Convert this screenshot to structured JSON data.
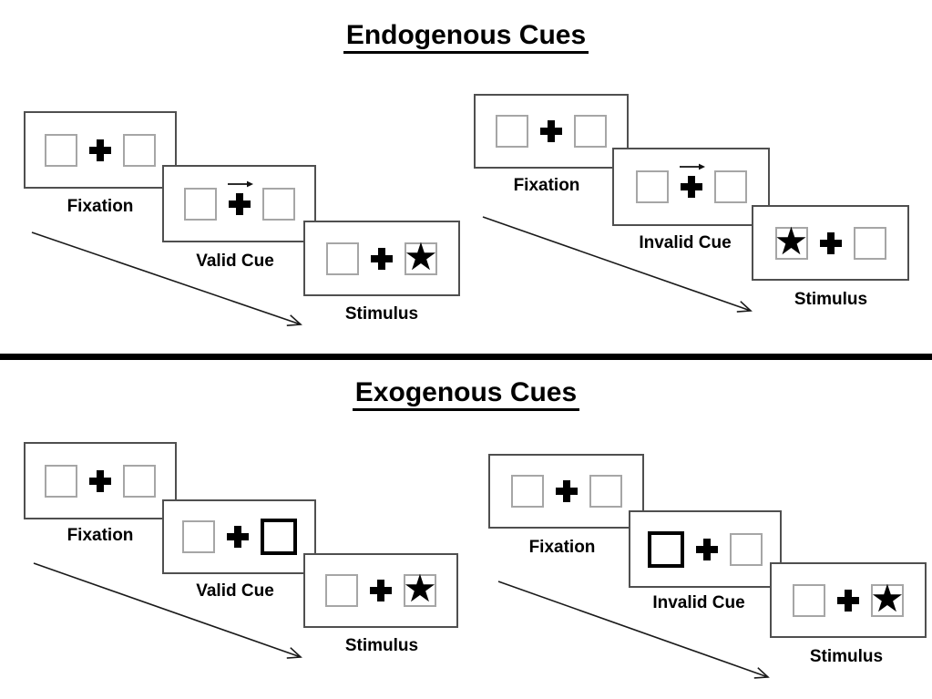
{
  "diagram": {
    "type": "posner-cueing-task",
    "glyphs": {
      "star": "★",
      "fixation_cross": "+"
    },
    "colors": {
      "background": "#ffffff",
      "text": "#000000",
      "panel_border": "#4f4f4f",
      "box_border": "#a6a6a6",
      "cue_box_border": "#000000",
      "divider": "#000000",
      "arrow": "#1a1a1a"
    },
    "sections": [
      {
        "title": "Endogenous Cues",
        "sequences": [
          {
            "condition": "valid",
            "panels": [
              {
                "label": "Fixation",
                "kind": "fixation"
              },
              {
                "label": "Valid Cue",
                "kind": "arrow-cue",
                "cue_direction": "right"
              },
              {
                "label": "Stimulus",
                "kind": "stimulus",
                "star_side": "right"
              }
            ]
          },
          {
            "condition": "invalid",
            "panels": [
              {
                "label": "Fixation",
                "kind": "fixation"
              },
              {
                "label": "Invalid Cue",
                "kind": "arrow-cue",
                "cue_direction": "right"
              },
              {
                "label": "Stimulus",
                "kind": "stimulus",
                "star_side": "left"
              }
            ]
          }
        ]
      },
      {
        "title": "Exogenous Cues",
        "sequences": [
          {
            "condition": "valid",
            "panels": [
              {
                "label": "Fixation",
                "kind": "fixation"
              },
              {
                "label": "Valid Cue",
                "kind": "highlight-cue",
                "highlight_side": "right"
              },
              {
                "label": "Stimulus",
                "kind": "stimulus",
                "star_side": "right"
              }
            ]
          },
          {
            "condition": "invalid",
            "panels": [
              {
                "label": "Fixation",
                "kind": "fixation"
              },
              {
                "label": "Invalid Cue",
                "kind": "highlight-cue",
                "highlight_side": "left"
              },
              {
                "label": "Stimulus",
                "kind": "stimulus",
                "star_side": "right"
              }
            ]
          }
        ]
      }
    ]
  }
}
